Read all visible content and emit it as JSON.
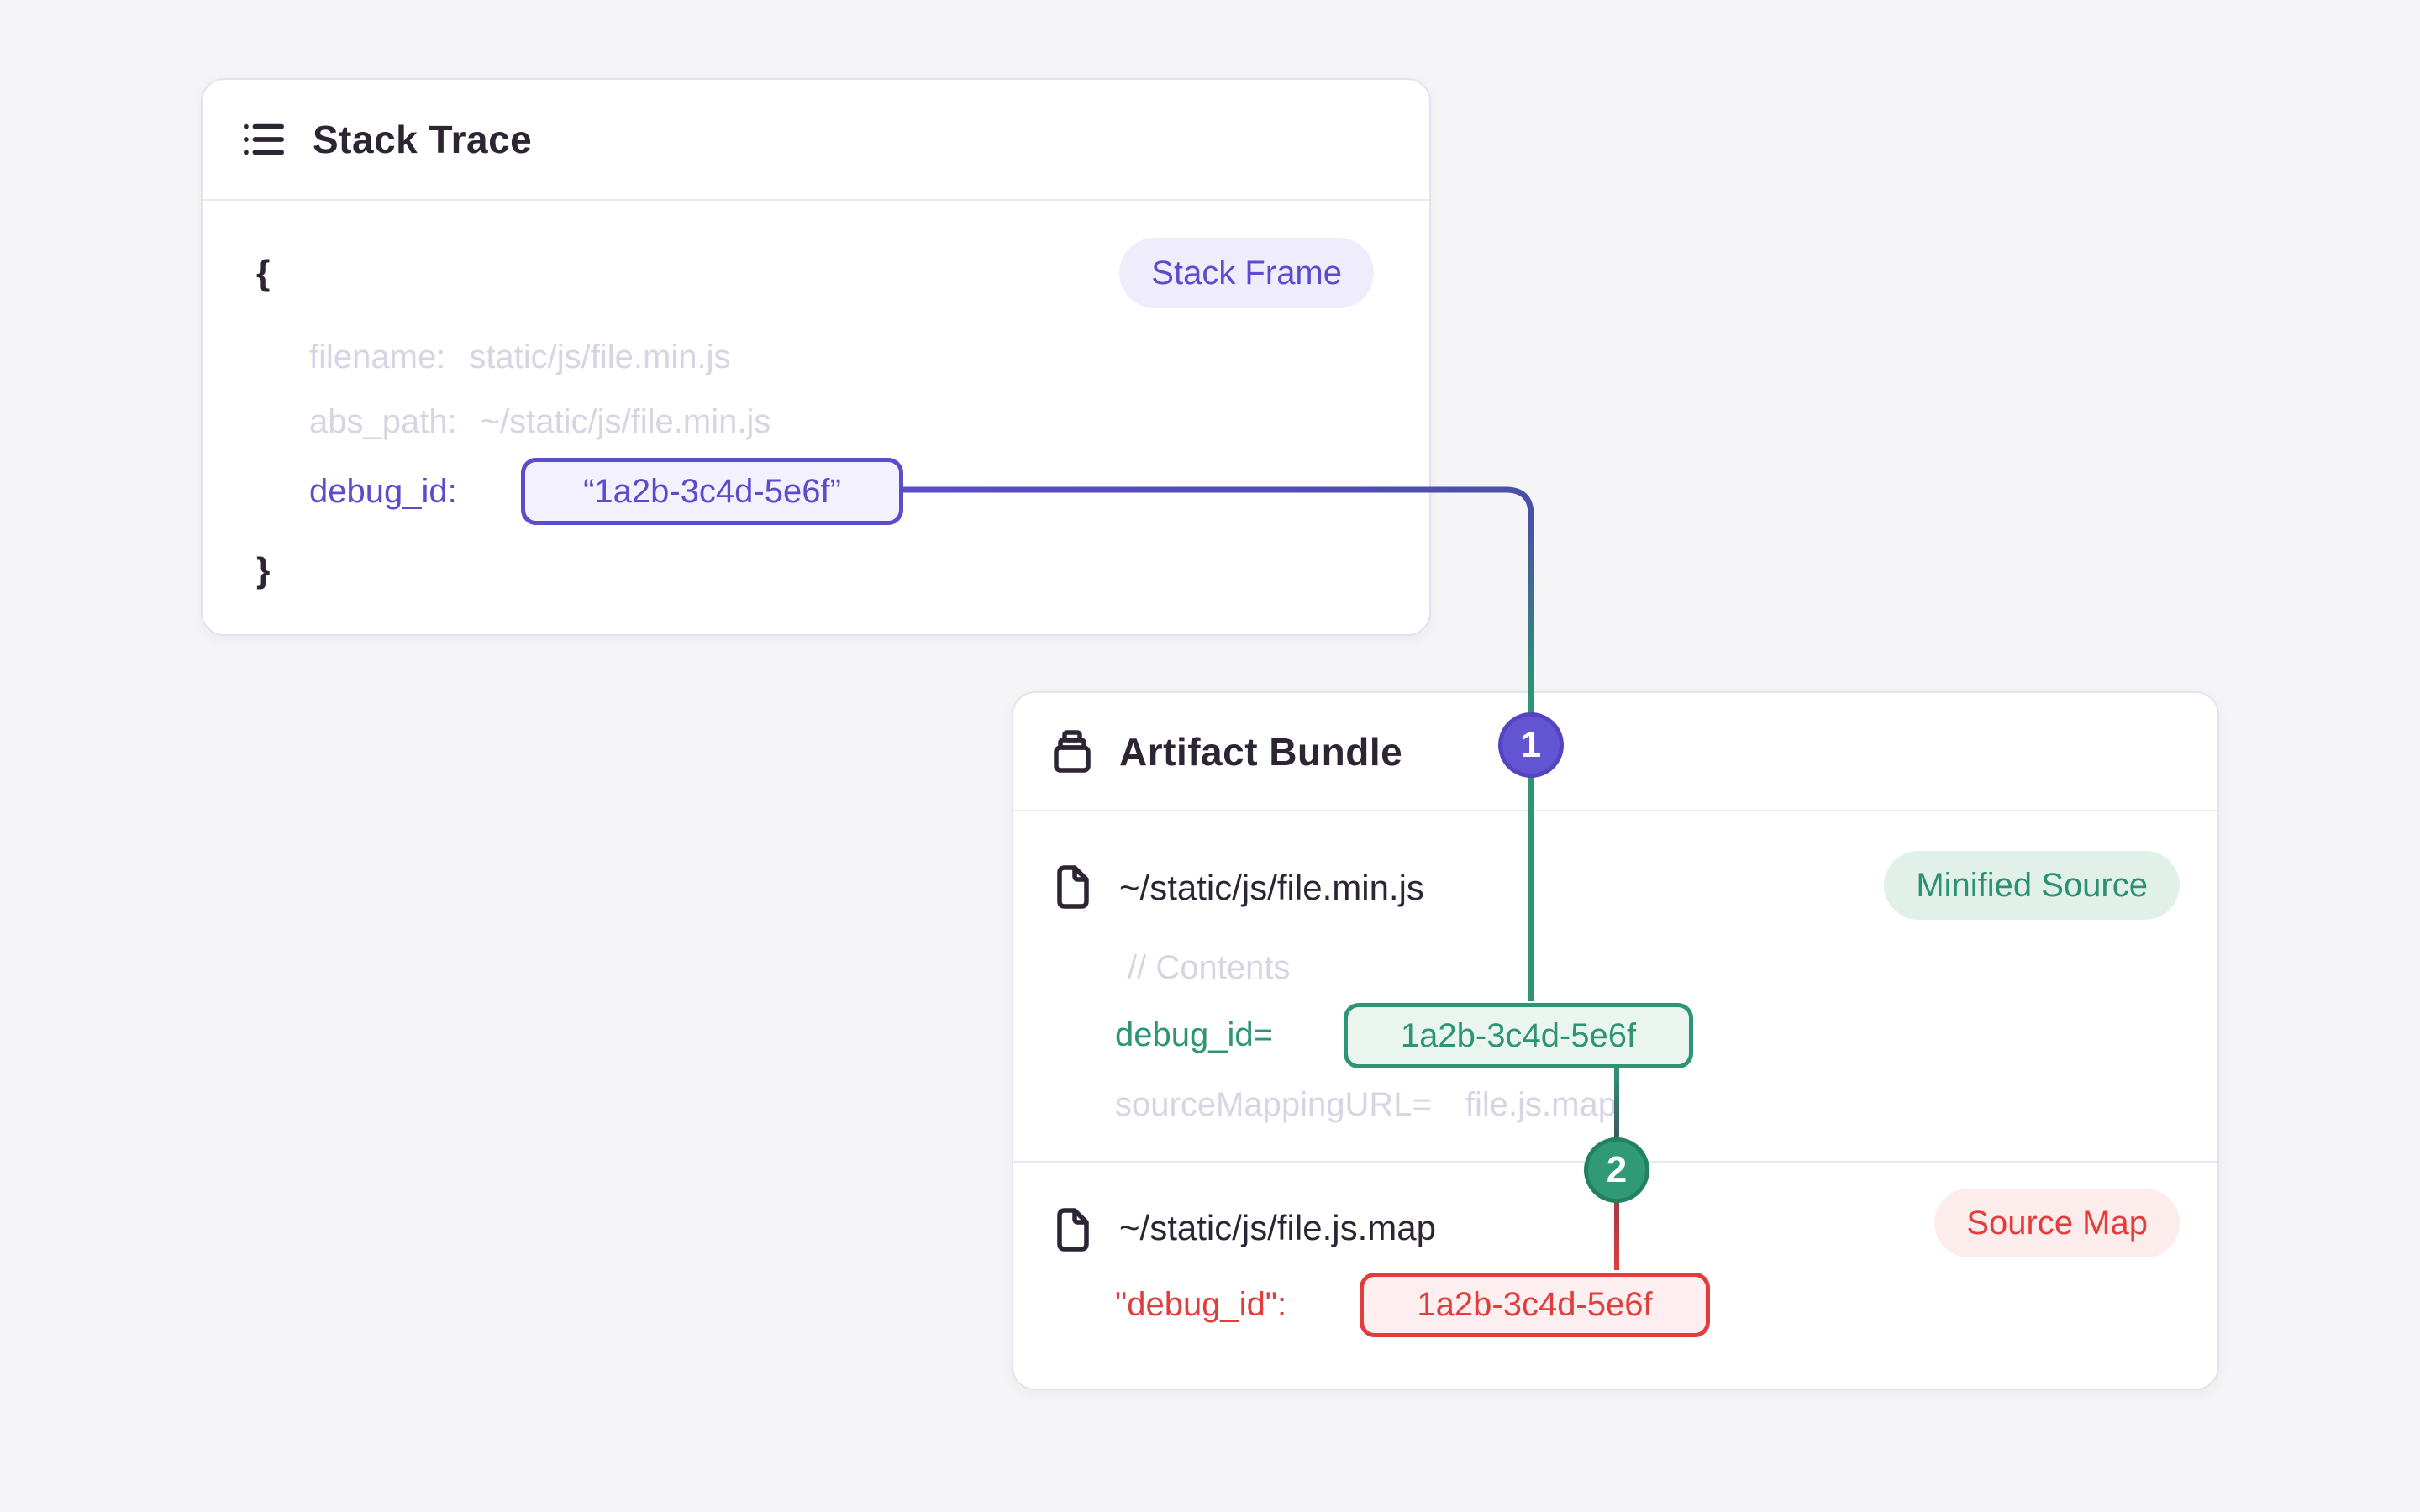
{
  "canvas": {
    "background": "#f5f5f7"
  },
  "stack_card": {
    "title": "Stack Trace",
    "badge": "Stack Frame",
    "brace_open": "{",
    "brace_close": "}",
    "lines": [
      {
        "label": "filename:",
        "value": "static/js/file.min.js"
      },
      {
        "label": "abs_path:",
        "value": "~/static/js/file.min.js"
      }
    ],
    "debug_label": "debug_id:",
    "debug_value": "“1a2b-3c4d-5e6f”"
  },
  "artifact_card": {
    "title": "Artifact Bundle",
    "file1": {
      "name": "~/static/js/file.min.js",
      "badge": "Minified Source",
      "comment": "// Contents",
      "debug_label": "debug_id=",
      "debug_value": "1a2b-3c4d-5e6f",
      "mapping_label": "sourceMappingURL=",
      "mapping_value": "file.js.map"
    },
    "file2": {
      "name": "~/static/js/file.js.map",
      "badge": "Source Map",
      "debug_label": "\"debug_id\":",
      "debug_value": "1a2b-3c4d-5e6f"
    }
  },
  "markers": {
    "one": "1",
    "two": "2"
  },
  "colors": {
    "purple": "#5b4ccc",
    "green": "#2d9474",
    "red": "#e23d3d",
    "dark_text": "#2d2434",
    "muted_text": "#d7d4e3",
    "purple_badge_bg": "#efedfc",
    "green_badge_bg": "#e1f1ea",
    "red_badge_bg": "#fdecec"
  }
}
